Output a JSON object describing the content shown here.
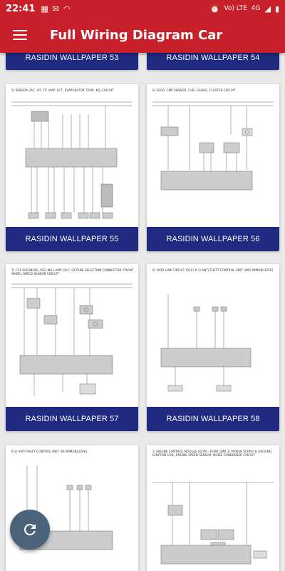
{
  "status_bar": {
    "time": "22:41",
    "network": "Vo) LTE",
    "signal": "4G"
  },
  "app": {
    "title": "Full Wiring Diagram Car"
  },
  "cards": [
    {
      "label": "RASIDIN WALLPAPER 53",
      "caption": ""
    },
    {
      "label": "RASIDIN WALLPAPER 54",
      "caption": ""
    },
    {
      "label": "RASIDIN WALLPAPER 55",
      "caption": "5) SENSOR (IAC, IAT, TP, MAP, ECT, EVAPORATOR TEMP., KS) CIRCUIT"
    },
    {
      "label": "RASIDIN WALLPAPER 56",
      "caption": "6) EEGR, CMP SENSOR, FUEL GAUGE, CLUSTER CIRCUIT"
    },
    {
      "label": "RASIDIN WALLPAPER 57",
      "caption": "7) CCP SOLENOID, VSS, MIL LAMP, DLC, OCTANE SELECTION CONNECTOR, FRONT WHEEL SPEED SENSOR CIRCUIT"
    },
    {
      "label": "RASIDIN WALLPAPER 58",
      "caption": "6) DATA LINK CIRCUIT (DLC) 6-1) ANTI-THEFT CONTROL UNIT (W/O IMMOBILIZER)"
    },
    {
      "label": "",
      "caption": "6-2) ANTI-THEFT CONTROL UNIT (W/ IMMOBILIZER)"
    },
    {
      "label": "",
      "caption": "3. ENGINE CONTROL MODULE (ECM) - FENIX 5MR 1) POWER SUPPLY & GROUND, IGNITION COIL, ENGINE SPEED SENSOR, NOISE CONDENSER CIRCUIT"
    }
  ],
  "fab": {
    "icon": "refresh-icon"
  },
  "colors": {
    "primary": "#c8202a",
    "label_bg": "#1f2a80",
    "fab": "#4a6378"
  }
}
